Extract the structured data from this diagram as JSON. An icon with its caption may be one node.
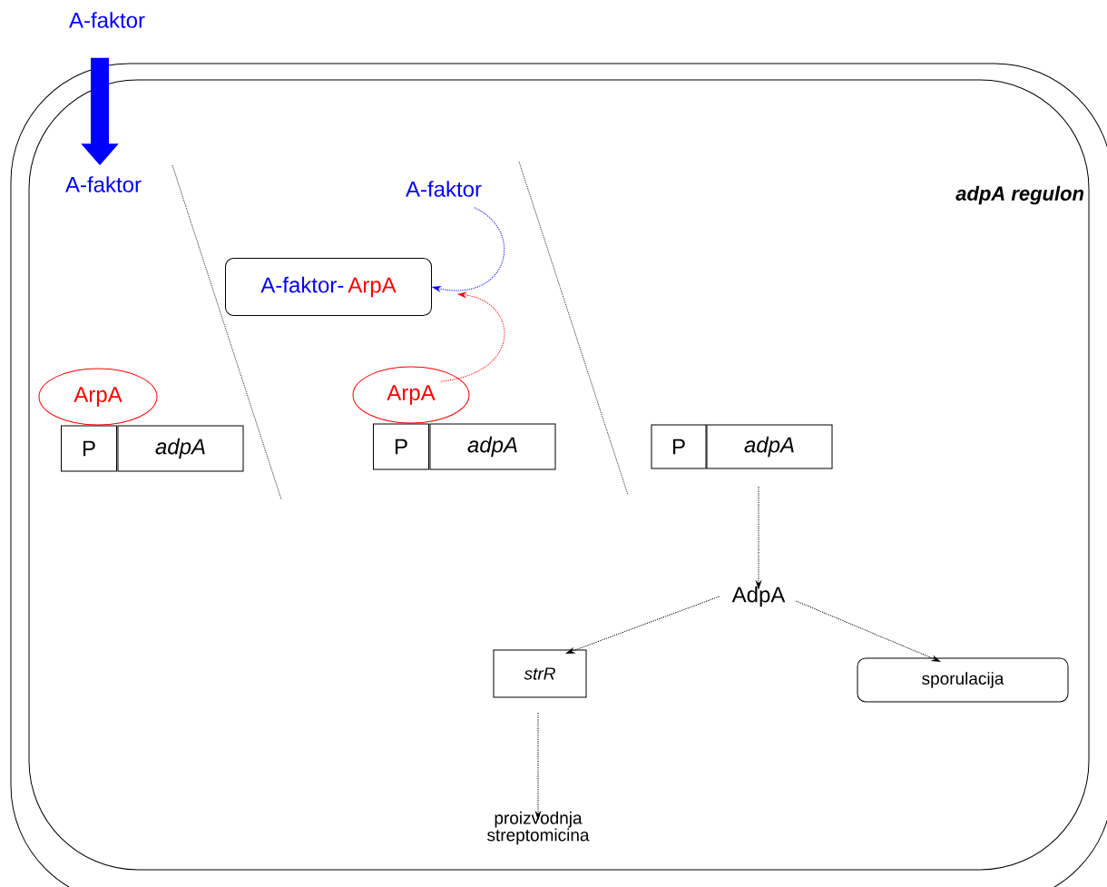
{
  "diagram": {
    "nodes": [
      {
        "text": [
          "adpA regulon"
        ]
      },
      {
        "text": [
          "A-faktor"
        ]
      },
      {
        "text": [
          "A-faktor"
        ],
        "in": 0
      },
      {
        "text": [
          "ArpA"
        ],
        "in": 0
      },
      {
        "text": [
          "P"
        ],
        "in": 0
      },
      {
        "text": [
          "adpA"
        ],
        "in": 0
      },
      {
        "text": [
          "A-faktor"
        ],
        "in": 0
      },
      {
        "text": [
          "A-faktor-",
          "ArpA"
        ],
        "in": 0
      },
      {
        "text": [
          "ArpA"
        ],
        "in": 0
      },
      {
        "text": [
          "P"
        ],
        "in": 0
      },
      {
        "text": [
          "adpA"
        ],
        "in": 0
      },
      {
        "text": [
          "P"
        ],
        "in": 0
      },
      {
        "text": [
          "adpA"
        ],
        "in": 0
      },
      {
        "text": [
          "AdpA"
        ],
        "in": 0
      },
      {
        "text": [
          "strR"
        ],
        "in": 0
      },
      {
        "text": [
          "sporulacija"
        ],
        "in": 0
      },
      {
        "text": [
          "proizvodnja streptomicina"
        ],
        "in": 0
      }
    ],
    "edges": [
      {
        "from": 1,
        "to": 2,
        "arrow": "to",
        "style": "thick",
        "color": "#0000ff"
      },
      {
        "from": 6,
        "to": 7,
        "arrow": "to",
        "style": "dashed",
        "color": "#0000ff"
      },
      {
        "from": 8,
        "to": 7,
        "arrow": "to",
        "style": "dashed",
        "color": "#ff0000"
      },
      {
        "from": 12,
        "to": 13,
        "arrow": "to",
        "style": "dashed"
      },
      {
        "from": 13,
        "to": 14,
        "arrow": "to",
        "style": "dashed"
      },
      {
        "from": 13,
        "to": 15,
        "arrow": "to",
        "style": "dashed"
      },
      {
        "from": 14,
        "to": 16,
        "arrow": "to",
        "style": "dashed"
      }
    ]
  }
}
